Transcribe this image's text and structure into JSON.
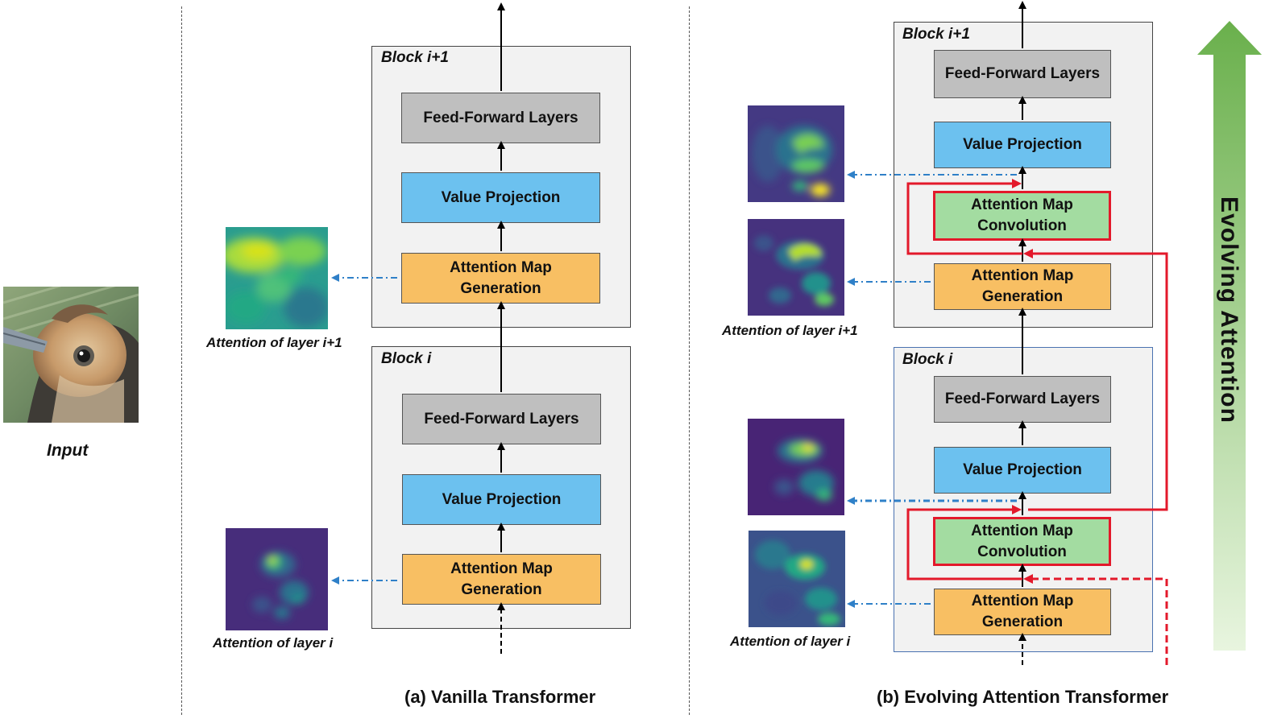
{
  "input": {
    "label": "Input"
  },
  "vanilla": {
    "title": "(a) Vanilla Transformer",
    "block_top": {
      "label": "Block i+1",
      "ffl": "Feed-Forward Layers",
      "vp": "Value Projection",
      "amg": "Attention Map\nGeneration"
    },
    "block_bottom": {
      "label": "Block i",
      "ffl": "Feed-Forward Layers",
      "vp": "Value Projection",
      "amg": "Attention Map\nGeneration"
    },
    "cap_top": "Attention of layer i+1",
    "cap_bottom": "Attention of layer i"
  },
  "evolving": {
    "title": "(b) Evolving Attention Transformer",
    "block_top": {
      "label": "Block i+1",
      "ffl": "Feed-Forward Layers",
      "vp": "Value Projection",
      "amc": "Attention Map\nConvolution",
      "amg": "Attention Map\nGeneration"
    },
    "block_bottom": {
      "label": "Block i",
      "ffl": "Feed-Forward Layers",
      "vp": "Value Projection",
      "amc": "Attention Map\nConvolution",
      "amg": "Attention Map\nGeneration"
    },
    "cap_top": "Attention of layer i+1",
    "cap_bottom": "Attention of layer i"
  },
  "side_label": "Evolving Attention",
  "colors": {
    "ffl": "#bfbfbf",
    "vp": "#6cc1ef",
    "amg": "#f8bf63",
    "amc": "#a3dca1",
    "residual": "#e3192b",
    "attention_link": "#2f80c8",
    "evolve_arrow": "#6ab04c"
  }
}
